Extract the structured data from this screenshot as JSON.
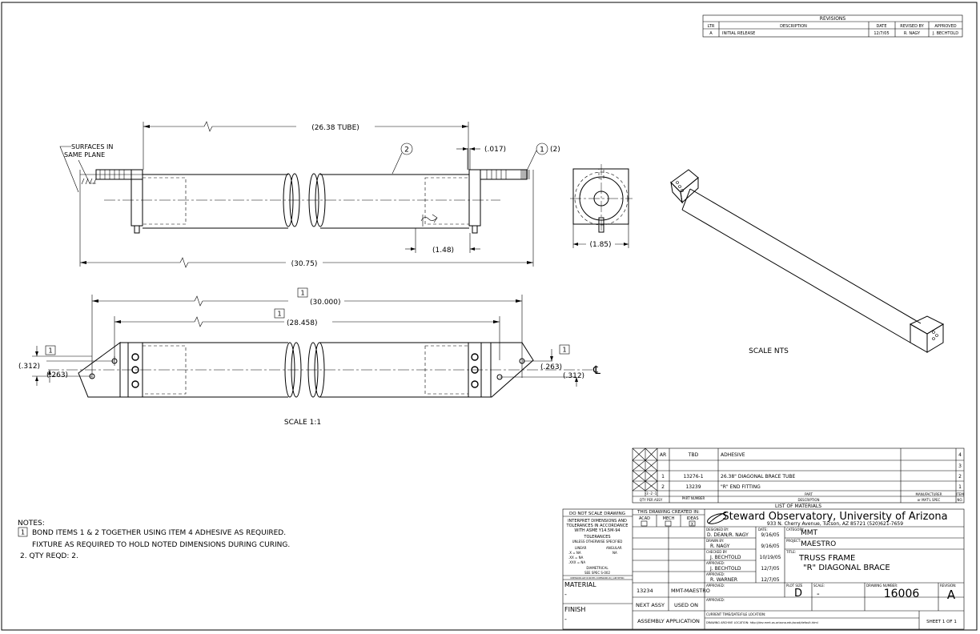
{
  "revisions": {
    "title": "REVISIONS",
    "headers": [
      "LTR",
      "DESCRIPTION",
      "DATE",
      "REVISED BY",
      "APPROVED"
    ],
    "row": [
      "A",
      "INITIAL RELEASE",
      "12/7/05",
      "R. NAGY",
      "J. BECHTOLD"
    ]
  },
  "top_view": {
    "tube_dim": "(26.38 TUBE)",
    "overall_dim": "(30.75)",
    "gap_dim": "(.017)",
    "fitting_dim": "(1.48)",
    "surfaces_note_1": "SURFACES IN",
    "surfaces_note_2": "SAME PLANE",
    "balloon_2": "2",
    "balloon_1": "1",
    "balloon_1_qty": "(2)"
  },
  "end_view": {
    "width_dim": "(1.85)"
  },
  "iso_view": {
    "scale_label": "SCALE NTS"
  },
  "side_view": {
    "dim_30": "(30.000)",
    "dim_28": "(28.458)",
    "dim_312_left": "(.312)",
    "dim_263_left": "(.263)",
    "dim_263_right": "(.263)",
    "dim_312_right": "(.312)",
    "flag": "1",
    "centerline": "℄",
    "scale_label": "SCALE 1:1"
  },
  "notes": {
    "title": "NOTES:",
    "note1_flag": "1",
    "note1_line1": "BOND ITEMS 1 & 2 TOGETHER USING ITEM 4 ADHESIVE AS REQUIRED.",
    "note1_line2": "FIXTURE AS REQUIRED TO HOLD NOTED DIMENSIONS DURING CURING.",
    "note2": "2. QTY REQD: 2."
  },
  "bom": {
    "rows": [
      {
        "qty": "AR",
        "part": "TBD",
        "desc": "ADHESIVE",
        "item": "4"
      },
      {
        "qty": "",
        "part": "",
        "desc": "",
        "item": "3"
      },
      {
        "qty": "1",
        "part": "13276-1",
        "desc": "26.38\" DIAGONAL BRACE TUBE",
        "item": "2"
      },
      {
        "qty": "2",
        "part": "13239",
        "desc": "\"R\" END FITTING",
        "item": "1"
      }
    ],
    "hdr_dash": "-3   -2   -1",
    "hdr_qty": "QTY PER ASSY",
    "hdr_part": "PART NUMBER",
    "hdr_desc_1": "PART",
    "hdr_desc_2": "DESCRIPTION",
    "hdr_mfr_1": "MANUFACTURER",
    "hdr_mfr_2": "or MAT'L SPEC",
    "hdr_item_1": "ITEM",
    "hdr_item_2": "NO.",
    "list_title": "LIST OF MATERIALS"
  },
  "title_block": {
    "no_scale": "DO NOT SCALE DRAWING",
    "interpret_1": "INTERPRET DIMENSIONS AND",
    "interpret_2": "TOLERANCES IN ACCORDANCE",
    "interpret_3": "WITH ASME Y14.5M-94",
    "tol_title": "TOLERANCES",
    "tol_sub": "UNLESS OTHERWISE SPECIFIED",
    "tol_linear": "LINEAR",
    "tol_angular": "ANGULAR",
    "tol_x": ".X    = NA",
    "tol_xx": ".XX  = NA",
    "tol_xxx": ".XXX = NA",
    "tol_ang": "NA",
    "diametrical": "DIAMETRICAL",
    "see_spec": "SEE SPEC S-002",
    "tiny_line": "DIMENSIONS ARE IN INCHES / DIMENSIONS IN [ ] ARE METRIC",
    "created_in": "THIS DRAWING CREATED IN:",
    "cad_1": "ACAD",
    "cad_2": "MECH",
    "cad_3": "IDEAS",
    "cad_mark": "X",
    "material": "MATERIAL",
    "material_val": "-",
    "finish": "FINISH",
    "finish_val": "-",
    "next_assy_val": "13234",
    "used_on_val": "MMT-MAESTRO",
    "next_assy": "NEXT ASSY",
    "used_on": "USED ON",
    "assembly_app": "ASSEMBLY APPLICATION",
    "org_name": "Steward Observatory, University of Arizona",
    "org_address": "933 N. Cherry Avenue, Tucson, AZ  85721   (520)621-7659",
    "designed_lbl": "DESIGNED BY:",
    "designed_val": "D. DEAN/R. NAGY",
    "date_lbl": "DATE:",
    "designed_date": "9/16/05",
    "drawn_lbl": "DRAWN BY:",
    "drawn_val": "R. NAGY",
    "drawn_date": "9/16/05",
    "checked_lbl": "CHECKED BY:",
    "checked_val": "J. BECHTOLD",
    "checked_date": "10/19/05",
    "approved_lbl": "APPROVED:",
    "approved1_val": "J. BECHTOLD",
    "approved1_date": "12/7/05",
    "approved2_val": "R. WARNER",
    "approved2_date": "12/7/05",
    "category_lbl": "CATEGORY:",
    "category_val": "MMT",
    "project_lbl": "PROJECT:",
    "project_val": "MAESTRO",
    "title_lbl": "TITLE:",
    "title_line1": "TRUSS FRAME",
    "title_line2": "\"R\" DIAGONAL BRACE",
    "plot_size_lbl": "PLOT SIZE",
    "plot_size_val": "D",
    "scale_lbl": "SCALE:",
    "scale_val": "-",
    "dwg_no_lbl": "DRAWING NUMBER:",
    "dwg_no_val": "16006",
    "revision_lbl": "REVISION:",
    "revision_val": "A",
    "current_loc": "CURRENT TIME/DATE/FILE LOCATION:",
    "archive_loc": "DRAWING ARCHIVE LOCATION: http://dev.mmt.as.arizona.edu/acad/default.html",
    "sheet": "SHEET 1 OF 1"
  }
}
